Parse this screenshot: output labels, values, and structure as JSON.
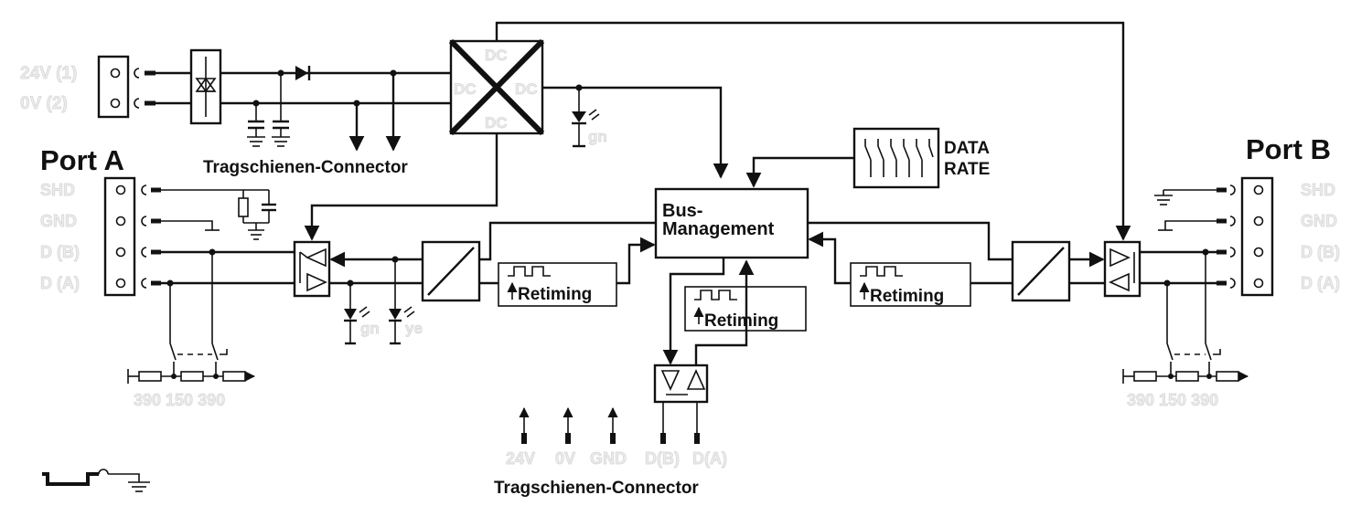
{
  "ports": {
    "a": {
      "title": "Port A",
      "pins": [
        "SHD",
        "GND",
        "D (B)",
        "D (A)"
      ],
      "resistors": "390 150 390"
    },
    "b": {
      "title": "Port B",
      "pins": [
        "SHD",
        "GND",
        "D (B)",
        "D (A)"
      ],
      "resistors": "390 150 390"
    }
  },
  "power": {
    "pins": [
      "24V (1)",
      "0V   (2)"
    ]
  },
  "dcdc": {
    "labels": [
      "DC",
      "DC",
      "DC",
      "DC"
    ]
  },
  "leds": {
    "power": "gn",
    "port_a_1": "gn",
    "port_a_2": "ye"
  },
  "blocks": {
    "bus_management": [
      "Bus-",
      "Management"
    ],
    "retiming": "Retiming",
    "data_rate": [
      "DATA",
      "RATE"
    ]
  },
  "connectors": {
    "top_label": "Tragschienen-Connector",
    "bottom_label": "Tragschienen-Connector",
    "bottom_pins": [
      "24V",
      "0V",
      "GND",
      "D(B)",
      "D(A)"
    ]
  }
}
